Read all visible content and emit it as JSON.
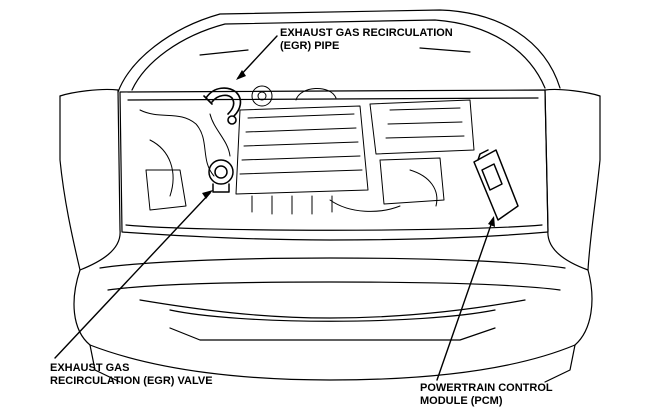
{
  "callouts": {
    "egr_pipe": {
      "line1": "EXHAUST GAS RECIRCULATION",
      "line2": "(EGR) PIPE"
    },
    "egr_valve": {
      "line1": "EXHAUST GAS",
      "line2": "RECIRCULATION (EGR) VALVE"
    },
    "pcm": {
      "line1": "POWERTRAIN CONTROL",
      "line2": "MODULE (PCM)"
    }
  }
}
